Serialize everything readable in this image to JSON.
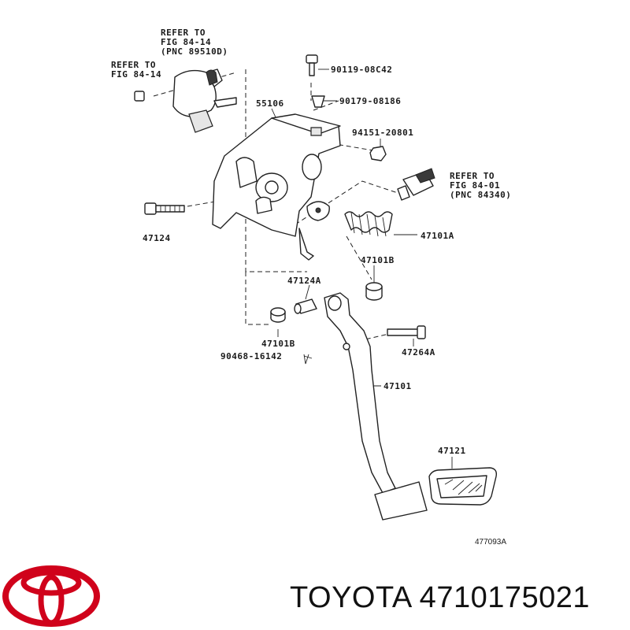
{
  "callouts": {
    "refer_a": [
      "REFER TO",
      "FIG 84-14",
      "(PNC 89510D)"
    ],
    "refer_b": [
      "REFER TO",
      "FIG 84-14"
    ],
    "refer_c": [
      "REFER TO",
      "FIG 84-01",
      "(PNC 84340)"
    ],
    "p_90119": "90119-08C42",
    "p_90179": "90179-08186",
    "p_55106": "55106",
    "p_94151": "94151-20801",
    "p_47124": "47124",
    "p_47101A": "47101A",
    "p_47101B_top": "47101B",
    "p_47124A": "47124A",
    "p_47101B_left": "47101B",
    "p_47264A": "47264A",
    "p_90468": "90468-16142",
    "p_47101": "47101",
    "p_47121": "47121"
  },
  "diagram_id": "477093A",
  "brand": {
    "logo": "toyota-logo",
    "name": "TOYOTA",
    "part_number": "4710175021",
    "caption": "TOYOTA 4710175021",
    "logo_color": "#d0021b"
  }
}
